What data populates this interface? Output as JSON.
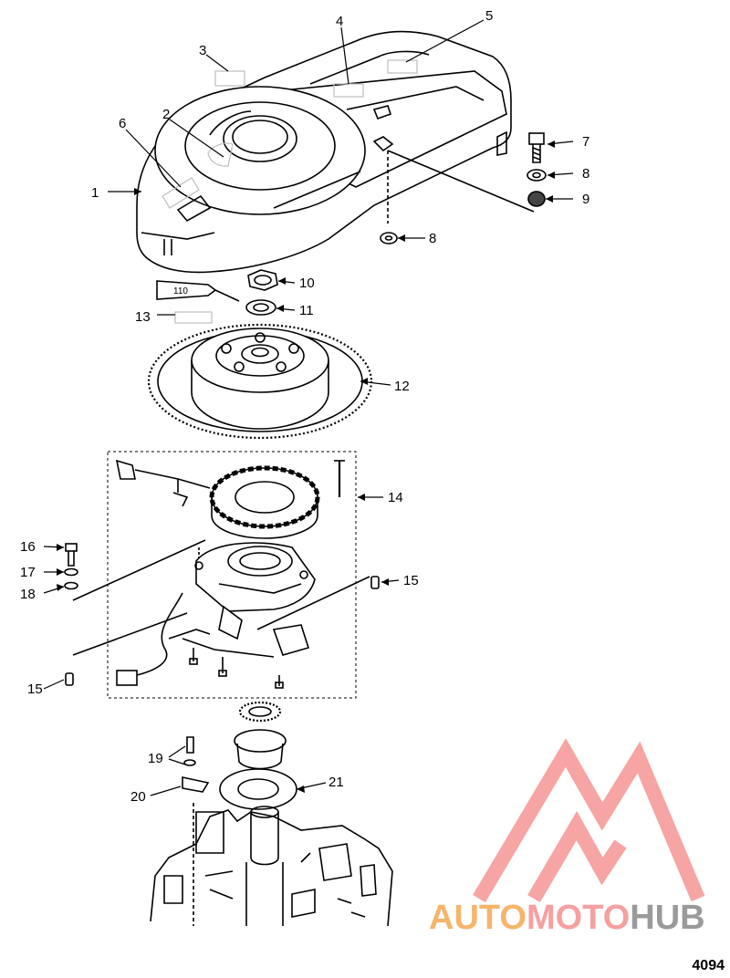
{
  "callouts": [
    {
      "id": "c1",
      "label": "1"
    },
    {
      "id": "c2",
      "label": "2"
    },
    {
      "id": "c3",
      "label": "3"
    },
    {
      "id": "c4",
      "label": "4"
    },
    {
      "id": "c5",
      "label": "5"
    },
    {
      "id": "c6",
      "label": "6"
    },
    {
      "id": "c7",
      "label": "7"
    },
    {
      "id": "c8a",
      "label": "8"
    },
    {
      "id": "c9",
      "label": "9"
    },
    {
      "id": "c8b",
      "label": "8"
    },
    {
      "id": "c10",
      "label": "10"
    },
    {
      "id": "c11",
      "label": "11"
    },
    {
      "id": "c12",
      "label": "12"
    },
    {
      "id": "c13",
      "label": "13"
    },
    {
      "id": "c14",
      "label": "14"
    },
    {
      "id": "c15a",
      "label": "15"
    },
    {
      "id": "c16",
      "label": "16"
    },
    {
      "id": "c17",
      "label": "17"
    },
    {
      "id": "c18",
      "label": "18"
    },
    {
      "id": "c15b",
      "label": "15"
    },
    {
      "id": "c19",
      "label": "19"
    },
    {
      "id": "c20",
      "label": "20"
    },
    {
      "id": "c21",
      "label": "21"
    }
  ],
  "tube_label": "110",
  "watermark": {
    "part1": "AUTO",
    "part2": "MOTO",
    "part3": "HUB"
  },
  "figure_number": "4094"
}
